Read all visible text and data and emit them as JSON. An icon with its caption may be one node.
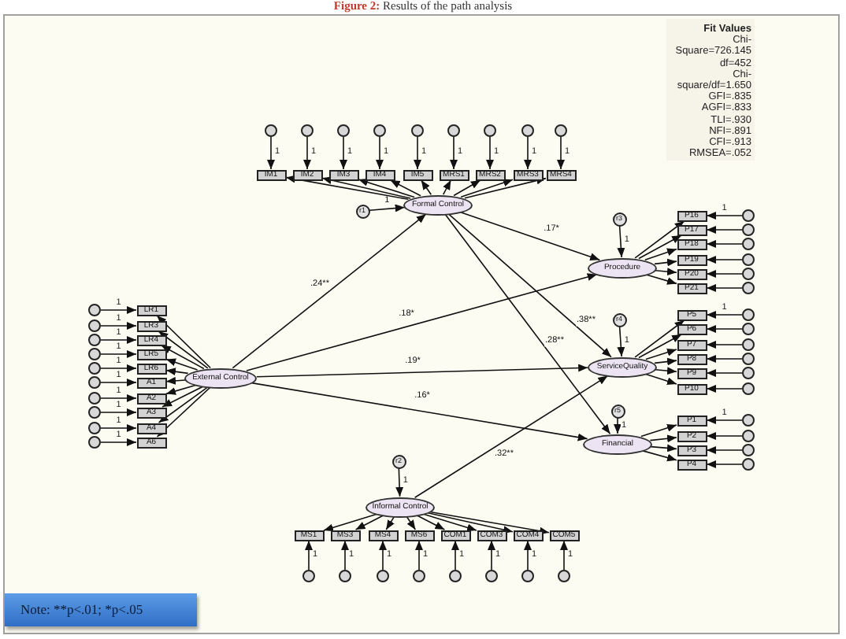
{
  "diagram": {
    "title": "**Figure 2:** Results of the path analysis",
    "nodes": [
      {
        "text": [],
        "shape": "circle"
      },
      {
        "text": [],
        "shape": "circle"
      },
      {
        "text": [],
        "shape": "circle"
      },
      {
        "text": [],
        "shape": "circle"
      },
      {
        "text": [],
        "shape": "circle"
      },
      {
        "text": [],
        "shape": "circle"
      },
      {
        "text": [],
        "shape": "circle"
      },
      {
        "text": [],
        "shape": "circle"
      },
      {
        "text": [],
        "shape": "circle"
      },
      {
        "text": [
          "IM1"
        ]
      },
      {
        "text": [
          "IM2"
        ]
      },
      {
        "text": [
          "IM3"
        ]
      },
      {
        "text": [
          "IM4"
        ]
      },
      {
        "text": [
          "IM5"
        ]
      },
      {
        "text": [
          "MRS1"
        ]
      },
      {
        "text": [
          "MRS2"
        ]
      },
      {
        "text": [
          "MRS3"
        ]
      },
      {
        "text": [
          "MRS4"
        ]
      },
      {
        "text": [
          "r1"
        ]
      },
      {
        "text": [
          "Formal Control"
        ]
      },
      {
        "text": [
          "Fit Values",
          "Chi-Square=726.145",
          "df=452",
          "Chi-square/df=1.650",
          "GFI=.835",
          "AGFI=.833",
          "TLI=.930",
          "NFI=.891",
          "CFI=.913",
          "RMSEA=.052"
        ]
      },
      {
        "text": [],
        "shape": "circle"
      },
      {
        "text": [],
        "shape": "circle"
      },
      {
        "text": [],
        "shape": "circle"
      },
      {
        "text": [],
        "shape": "circle"
      },
      {
        "text": [],
        "shape": "circle"
      },
      {
        "text": [],
        "shape": "circle"
      },
      {
        "text": [],
        "shape": "circle"
      },
      {
        "text": [],
        "shape": "circle"
      },
      {
        "text": [],
        "shape": "circle"
      },
      {
        "text": [],
        "shape": "circle"
      },
      {
        "text": [
          "LR1"
        ]
      },
      {
        "text": [
          "LR3"
        ]
      },
      {
        "text": [
          "LR4"
        ]
      },
      {
        "text": [
          "LR5"
        ]
      },
      {
        "text": [
          "LR6"
        ]
      },
      {
        "text": [
          "A1"
        ]
      },
      {
        "text": [
          "A2"
        ]
      },
      {
        "text": [
          "A3"
        ]
      },
      {
        "text": [
          "A4"
        ]
      },
      {
        "text": [
          "A6"
        ]
      },
      {
        "text": [
          "External Control"
        ]
      },
      {
        "text": [
          "r3"
        ]
      },
      {
        "text": [
          "Procedure"
        ]
      },
      {
        "text": [
          "P16"
        ]
      },
      {
        "text": [
          "P17"
        ]
      },
      {
        "text": [
          "P18"
        ]
      },
      {
        "text": [
          "P19"
        ]
      },
      {
        "text": [
          "P20"
        ]
      },
      {
        "text": [
          "P21"
        ]
      },
      {
        "text": [],
        "shape": "circle"
      },
      {
        "text": [],
        "shape": "circle"
      },
      {
        "text": [],
        "shape": "circle"
      },
      {
        "text": [],
        "shape": "circle"
      },
      {
        "text": [],
        "shape": "circle"
      },
      {
        "text": [],
        "shape": "circle"
      },
      {
        "text": [
          "r4"
        ]
      },
      {
        "text": [
          "ServiceQuality"
        ]
      },
      {
        "text": [
          "P5"
        ]
      },
      {
        "text": [
          "P6"
        ]
      },
      {
        "text": [
          "P7"
        ]
      },
      {
        "text": [
          "P8"
        ]
      },
      {
        "text": [
          "P9"
        ]
      },
      {
        "text": [
          "P10"
        ]
      },
      {
        "text": [],
        "shape": "circle"
      },
      {
        "text": [],
        "shape": "circle"
      },
      {
        "text": [],
        "shape": "circle"
      },
      {
        "text": [],
        "shape": "circle"
      },
      {
        "text": [],
        "shape": "circle"
      },
      {
        "text": [],
        "shape": "circle"
      },
      {
        "text": [
          "r5"
        ]
      },
      {
        "text": [
          "Financial"
        ]
      },
      {
        "text": [
          "P1"
        ]
      },
      {
        "text": [
          "P2"
        ]
      },
      {
        "text": [
          "P3"
        ]
      },
      {
        "text": [
          "P4"
        ]
      },
      {
        "text": [],
        "shape": "circle"
      },
      {
        "text": [],
        "shape": "circle"
      },
      {
        "text": [],
        "shape": "circle"
      },
      {
        "text": [],
        "shape": "circle"
      },
      {
        "text": [
          "r2"
        ]
      },
      {
        "text": [
          "Informal Control"
        ]
      },
      {
        "text": [
          "MS1"
        ]
      },
      {
        "text": [
          "MS3"
        ]
      },
      {
        "text": [
          "MS4"
        ]
      },
      {
        "text": [
          "MS6"
        ]
      },
      {
        "text": [
          "COM1"
        ]
      },
      {
        "text": [
          "COM3"
        ]
      },
      {
        "text": [
          "COM4"
        ]
      },
      {
        "text": [
          "COM5"
        ]
      },
      {
        "text": [],
        "shape": "circle"
      },
      {
        "text": [],
        "shape": "circle"
      },
      {
        "text": [],
        "shape": "circle"
      },
      {
        "text": [],
        "shape": "circle"
      },
      {
        "text": [],
        "shape": "circle"
      },
      {
        "text": [],
        "shape": "circle"
      },
      {
        "text": [],
        "shape": "circle"
      },
      {
        "text": [],
        "shape": "circle"
      },
      {
        "text": [
          "Note: **p<.01; *p<.05"
        ]
      }
    ],
    "edges": [
      {
        "from": 0,
        "to": 9,
        "arrow": "to",
        "label": "1"
      },
      {
        "from": 1,
        "to": 10,
        "arrow": "to",
        "label": "1"
      },
      {
        "from": 2,
        "to": 11,
        "arrow": "to",
        "label": "1"
      },
      {
        "from": 3,
        "to": 12,
        "arrow": "to",
        "label": "1"
      },
      {
        "from": 4,
        "to": 13,
        "arrow": "to",
        "label": "1"
      },
      {
        "from": 5,
        "to": 14,
        "arrow": "to",
        "label": "1"
      },
      {
        "from": 6,
        "to": 15,
        "arrow": "to",
        "label": "1"
      },
      {
        "from": 7,
        "to": 16,
        "arrow": "to",
        "label": "1"
      },
      {
        "from": 8,
        "to": 17,
        "arrow": "to",
        "label": "1"
      },
      {
        "from": 19,
        "to": 9,
        "arrow": "to"
      },
      {
        "from": 19,
        "to": 10,
        "arrow": "to"
      },
      {
        "from": 19,
        "to": 11,
        "arrow": "to"
      },
      {
        "from": 19,
        "to": 12,
        "arrow": "to"
      },
      {
        "from": 19,
        "to": 13,
        "arrow": "to"
      },
      {
        "from": 19,
        "to": 14,
        "arrow": "to"
      },
      {
        "from": 19,
        "to": 15,
        "arrow": "to"
      },
      {
        "from": 19,
        "to": 16,
        "arrow": "to"
      },
      {
        "from": 19,
        "to": 17,
        "arrow": "to"
      },
      {
        "from": 18,
        "to": 19,
        "arrow": "to",
        "label": "1"
      },
      {
        "from": 21,
        "to": 31,
        "arrow": "to",
        "label": "1"
      },
      {
        "from": 22,
        "to": 32,
        "arrow": "to",
        "label": "1"
      },
      {
        "from": 23,
        "to": 33,
        "arrow": "to",
        "label": "1"
      },
      {
        "from": 24,
        "to": 34,
        "arrow": "to",
        "label": "1"
      },
      {
        "from": 25,
        "to": 35,
        "arrow": "to",
        "label": "1"
      },
      {
        "from": 26,
        "to": 36,
        "arrow": "to",
        "label": "1"
      },
      {
        "from": 27,
        "to": 37,
        "arrow": "to",
        "label": "1"
      },
      {
        "from": 28,
        "to": 38,
        "arrow": "to",
        "label": "1"
      },
      {
        "from": 29,
        "to": 39,
        "arrow": "to",
        "label": "1"
      },
      {
        "from": 30,
        "to": 40,
        "arrow": "to",
        "label": "1"
      },
      {
        "from": 41,
        "to": 31,
        "arrow": "to"
      },
      {
        "from": 41,
        "to": 32,
        "arrow": "to"
      },
      {
        "from": 41,
        "to": 33,
        "arrow": "to"
      },
      {
        "from": 41,
        "to": 34,
        "arrow": "to"
      },
      {
        "from": 41,
        "to": 35,
        "arrow": "to"
      },
      {
        "from": 41,
        "to": 36,
        "arrow": "to"
      },
      {
        "from": 41,
        "to": 37,
        "arrow": "to"
      },
      {
        "from": 41,
        "to": 38,
        "arrow": "to"
      },
      {
        "from": 41,
        "to": 39,
        "arrow": "to"
      },
      {
        "from": 41,
        "to": 40,
        "arrow": "to"
      },
      {
        "from": 41,
        "to": 19,
        "arrow": "to",
        "label": ".24**"
      },
      {
        "from": 41,
        "to": 43,
        "arrow": "to",
        "label": ".18*"
      },
      {
        "from": 41,
        "to": 57,
        "arrow": "to",
        "label": ".19*"
      },
      {
        "from": 41,
        "to": 71,
        "arrow": "to",
        "label": ".16*"
      },
      {
        "from": 19,
        "to": 43,
        "arrow": "to",
        "label": ".17*"
      },
      {
        "from": 19,
        "to": 57,
        "arrow": "to",
        "label": ".38**"
      },
      {
        "from": 19,
        "to": 71,
        "arrow": "to",
        "label": ".28**"
      },
      {
        "from": 81,
        "to": 57,
        "arrow": "to",
        "label": ".32**"
      },
      {
        "from": 42,
        "to": 43,
        "arrow": "to",
        "label": "1"
      },
      {
        "from": 43,
        "to": 44,
        "arrow": "to"
      },
      {
        "from": 43,
        "to": 45,
        "arrow": "to"
      },
      {
        "from": 43,
        "to": 46,
        "arrow": "to"
      },
      {
        "from": 43,
        "to": 47,
        "arrow": "to"
      },
      {
        "from": 43,
        "to": 48,
        "arrow": "to"
      },
      {
        "from": 43,
        "to": 49,
        "arrow": "to"
      },
      {
        "from": 50,
        "to": 44,
        "arrow": "to",
        "label": "1"
      },
      {
        "from": 51,
        "to": 45,
        "arrow": "to"
      },
      {
        "from": 52,
        "to": 46,
        "arrow": "to"
      },
      {
        "from": 53,
        "to": 47,
        "arrow": "to"
      },
      {
        "from": 54,
        "to": 48,
        "arrow": "to"
      },
      {
        "from": 55,
        "to": 49,
        "arrow": "to"
      },
      {
        "from": 56,
        "to": 57,
        "arrow": "to",
        "label": "1"
      },
      {
        "from": 57,
        "to": 58,
        "arrow": "to"
      },
      {
        "from": 57,
        "to": 59,
        "arrow": "to"
      },
      {
        "from": 57,
        "to": 60,
        "arrow": "to"
      },
      {
        "from": 57,
        "to": 61,
        "arrow": "to"
      },
      {
        "from": 57,
        "to": 62,
        "arrow": "to"
      },
      {
        "from": 57,
        "to": 63,
        "arrow": "to"
      },
      {
        "from": 64,
        "to": 58,
        "arrow": "to",
        "label": "1"
      },
      {
        "from": 65,
        "to": 59,
        "arrow": "to"
      },
      {
        "from": 66,
        "to": 60,
        "arrow": "to"
      },
      {
        "from": 67,
        "to": 61,
        "arrow": "to"
      },
      {
        "from": 68,
        "to": 62,
        "arrow": "to"
      },
      {
        "from": 69,
        "to": 63,
        "arrow": "to"
      },
      {
        "from": 70,
        "to": 71,
        "arrow": "to",
        "label": "1"
      },
      {
        "from": 71,
        "to": 72,
        "arrow": "to"
      },
      {
        "from": 71,
        "to": 73,
        "arrow": "to"
      },
      {
        "from": 71,
        "to": 74,
        "arrow": "to"
      },
      {
        "from": 71,
        "to": 75,
        "arrow": "to"
      },
      {
        "from": 76,
        "to": 72,
        "arrow": "to",
        "label": "1"
      },
      {
        "from": 77,
        "to": 73,
        "arrow": "to"
      },
      {
        "from": 78,
        "to": 74,
        "arrow": "to"
      },
      {
        "from": 79,
        "to": 75,
        "arrow": "to"
      },
      {
        "from": 80,
        "to": 81,
        "arrow": "to",
        "label": "1"
      },
      {
        "from": 81,
        "to": 82,
        "arrow": "to"
      },
      {
        "from": 81,
        "to": 83,
        "arrow": "to"
      },
      {
        "from": 81,
        "to": 84,
        "arrow": "to"
      },
      {
        "from": 81,
        "to": 85,
        "arrow": "to"
      },
      {
        "from": 81,
        "to": 86,
        "arrow": "to"
      },
      {
        "from": 81,
        "to": 87,
        "arrow": "to"
      },
      {
        "from": 81,
        "to": 88,
        "arrow": "to"
      },
      {
        "from": 81,
        "to": 89,
        "arrow": "to"
      },
      {
        "from": 90,
        "to": 82,
        "arrow": "to",
        "label": "1"
      },
      {
        "from": 91,
        "to": 83,
        "arrow": "to",
        "label": "1"
      },
      {
        "from": 92,
        "to": 84,
        "arrow": "to",
        "label": "1"
      },
      {
        "from": 93,
        "to": 85,
        "arrow": "to",
        "label": "1"
      },
      {
        "from": 94,
        "to": 86,
        "arrow": "to",
        "label": "1"
      },
      {
        "from": 95,
        "to": 87,
        "arrow": "to",
        "label": "1"
      },
      {
        "from": 96,
        "to": 88,
        "arrow": "to",
        "label": "1"
      },
      {
        "from": 97,
        "to": 89,
        "arrow": "to",
        "label": "1"
      }
    ]
  }
}
